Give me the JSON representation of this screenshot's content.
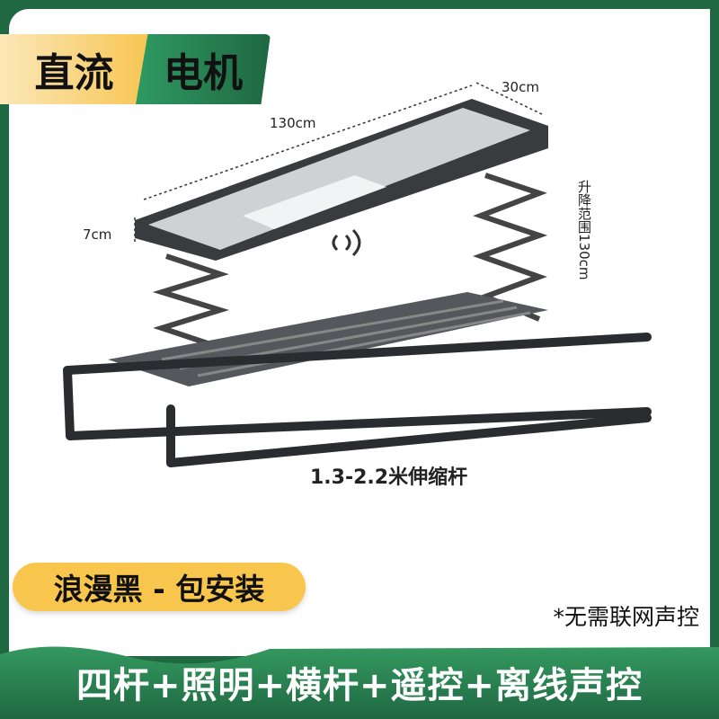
{
  "header": {
    "badge_left": "直流",
    "badge_right": "电机"
  },
  "dimensions": {
    "length": "130cm",
    "width": "30cm",
    "height": "7cm",
    "lift_range": "升降范围130cm",
    "rod": "1.3-2.2米伸缩杆"
  },
  "color_option": "浪漫黑 - 包安装",
  "note": "*无需联网声控",
  "features": "四杆+照明+横杆+遥控+离线声控",
  "colors": {
    "frame_green": "#1f6842",
    "accent_yellow": "#f8c64c",
    "product_dark": "#3a3b3f"
  }
}
